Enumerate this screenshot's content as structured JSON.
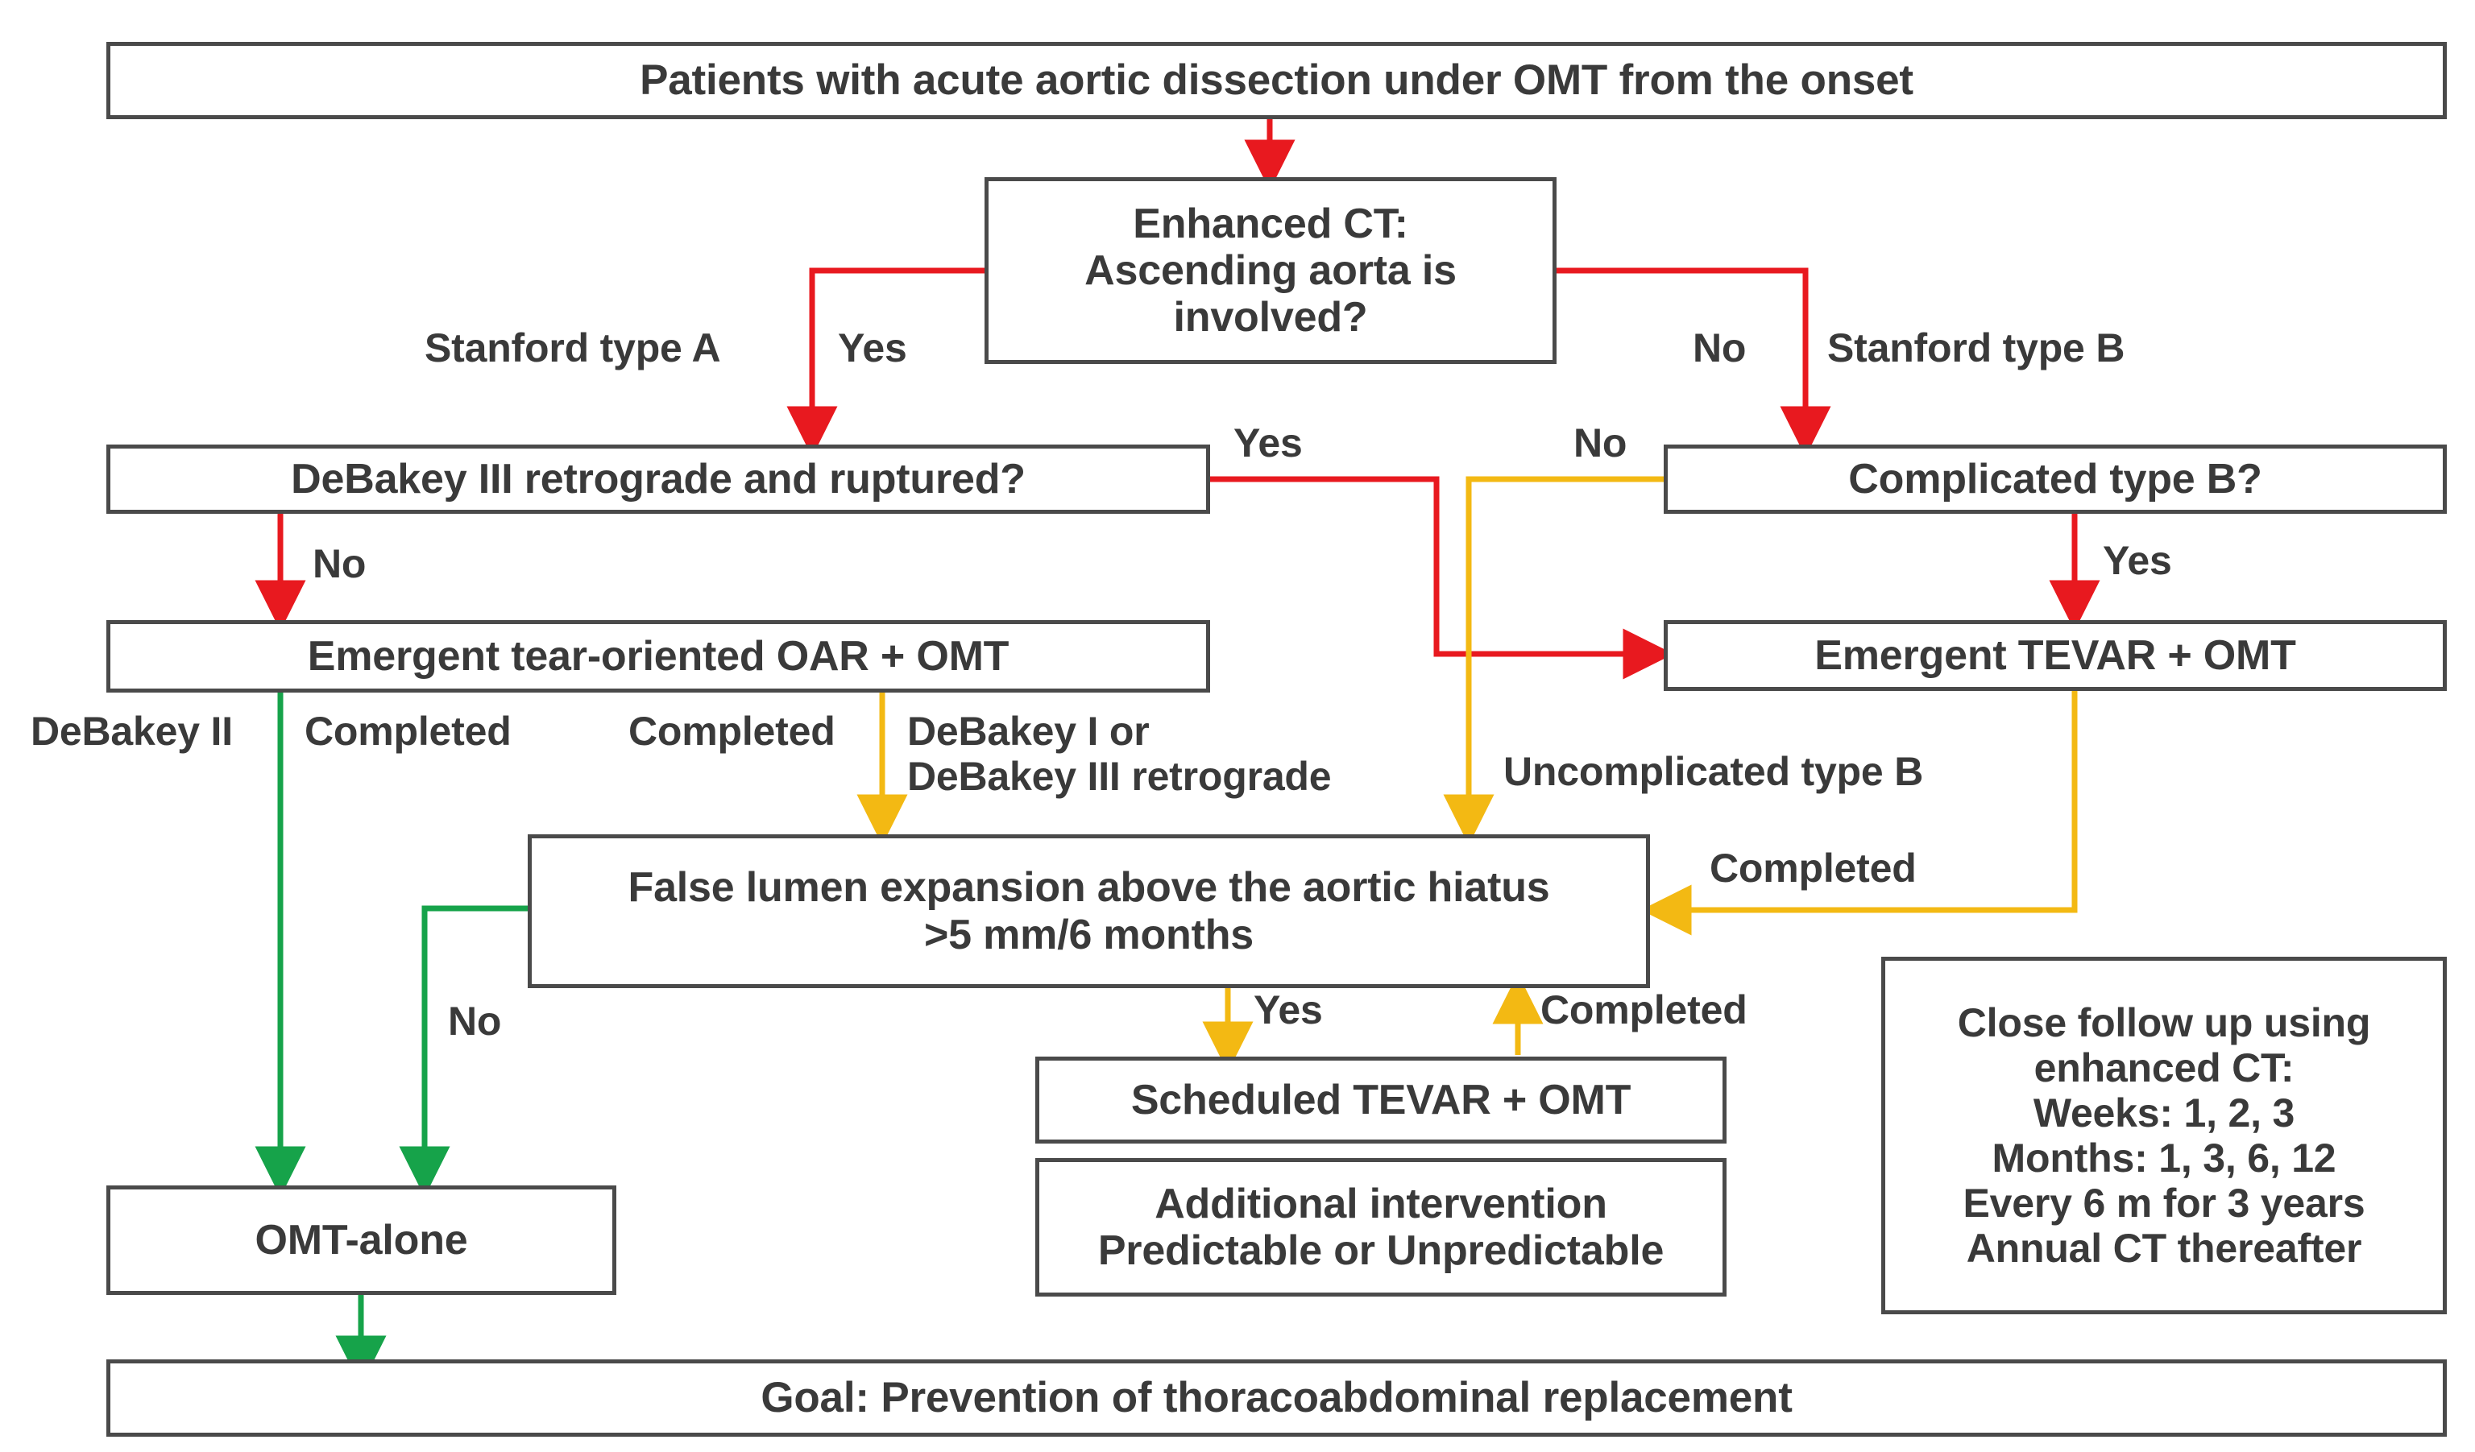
{
  "diagram": {
    "title_box": "Patients with acute aortic dissection under OMT from the onset",
    "goal_box": "Goal: Prevention of thoracoabdominal replacement",
    "nodes": {
      "root": "Patients with acute aortic dissection under OMT from the onset",
      "enhanced_ct": "Enhanced CT:\nAscending aorta is\ninvolved?",
      "debakey_iii": "DeBakey III retrograde and ruptured?",
      "complicated_b": "Complicated type B?",
      "oar": "Emergent tear-oriented OAR + OMT",
      "emergent_tevar": "Emergent TEVAR + OMT",
      "false_lumen": "False lumen expansion above the aortic hiatus\n>5 mm/6 months",
      "scheduled_tevar": "Scheduled TEVAR + OMT",
      "additional_intervention": "Additional intervention\nPredictable or Unpredictable",
      "omt_alone": "OMT-alone",
      "follow_up": "Close follow up using\nenhanced CT:\nWeeks: 1, 2, 3\nMonths: 1, 3, 6, 12\nEvery 6 m for 3 years\nAnnual CT thereafter",
      "goal": "Goal: Prevention of thoracoabdominal replacement"
    },
    "edge_labels": {
      "stanford_a": "Stanford type A",
      "yes_ct_left": "Yes",
      "no_ct_right": "No",
      "stanford_b": "Stanford type B",
      "yes_debakey": "Yes",
      "no_complicated": "No",
      "no_debakey": "No",
      "yes_complicated": "Yes",
      "debakey_ii": "DeBakey II",
      "completed_left": "Completed",
      "completed_mid": "Completed",
      "debakey_i_or_iii": "DeBakey I or\nDeBakey III retrograde",
      "uncomplicated_b": "Uncomplicated type B",
      "completed_right": "Completed",
      "no_false_lumen": "No",
      "yes_false_lumen": "Yes",
      "completed_tevar": "Completed"
    },
    "colors": {
      "box_border": "#4a4a4a",
      "text": "#3a3a3a",
      "red_path": "#e8191f",
      "green_path": "#16a34a",
      "yellow_path": "#f3b913",
      "background": "#ffffff"
    }
  }
}
